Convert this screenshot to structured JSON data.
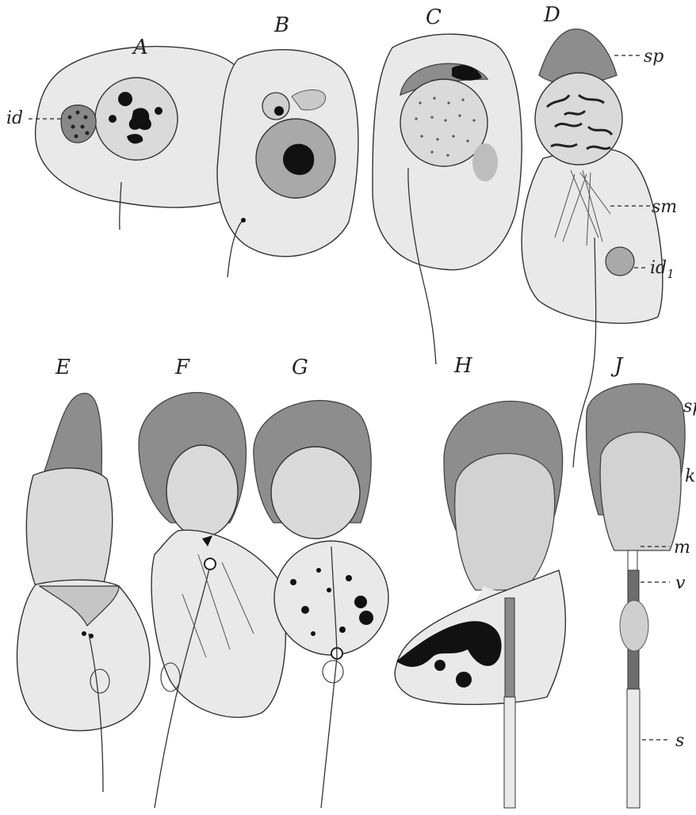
{
  "panels": {
    "A": "A",
    "B": "B",
    "C": "C",
    "D": "D",
    "E": "E",
    "F": "F",
    "G": "G",
    "H": "H",
    "J": "J"
  },
  "labels": {
    "id": "id",
    "sp": "sp",
    "sm": "sm",
    "id1_main": "id",
    "id1_sub": "1",
    "sp_edge": "sp",
    "k": "k",
    "m": "m",
    "v": "v",
    "s": "s"
  }
}
